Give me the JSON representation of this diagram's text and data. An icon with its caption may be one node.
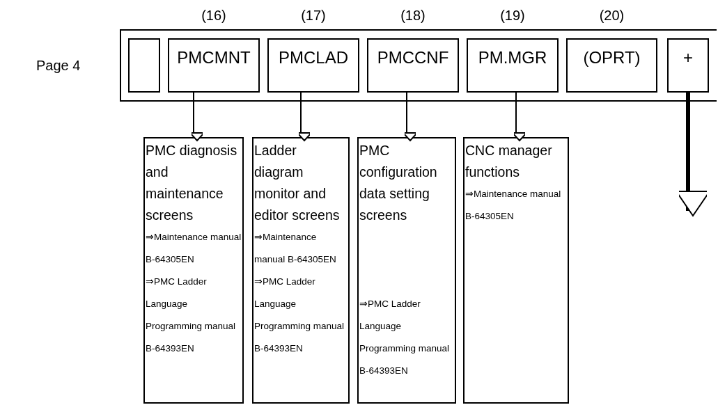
{
  "diagram": {
    "nodes": [
      {
        "text": [],
        "shape": "box"
      },
      {
        "text": [],
        "shape": "box",
        "in": 0
      },
      {
        "text": [
          "PMCMNT"
        ],
        "in": 0,
        "beside": [
          "(16)"
        ]
      },
      {
        "text": [
          "PMCLAD"
        ],
        "in": 0,
        "beside": [
          "(17)"
        ]
      },
      {
        "text": [
          "PMCCNF"
        ],
        "in": 0,
        "beside": [
          "(18)"
        ]
      },
      {
        "text": [
          "PM.MGR"
        ],
        "in": 0,
        "beside": [
          "(19)"
        ]
      },
      {
        "text": [
          "(OPRT)"
        ],
        "in": 0,
        "beside": [
          "(20)"
        ]
      },
      {
        "text": [
          "+"
        ],
        "in": 0
      },
      {
        "text": [
          "PMC diagnosis and maintenance screens",
          "⇒Maintenance manual B-64305EN",
          "⇒PMC Ladder Language Programming manual B-64393EN"
        ]
      },
      {
        "text": [
          "Ladder diagram monitor and editor screens",
          "⇒Maintenance manual B-64305EN",
          "⇒PMC Ladder Language Programming manual B-64393EN"
        ]
      },
      {
        "text": [
          "PMC configuration data setting screens",
          "⇒PMC Ladder Language Programming manual B-64393EN"
        ]
      },
      {
        "text": [
          "CNC manager functions",
          "⇒Maintenance manual B-64305EN"
        ]
      }
    ],
    "edges": [
      {
        "from": 2,
        "to": 8,
        "arrow": "to"
      },
      {
        "from": 3,
        "to": 9,
        "arrow": "to"
      },
      {
        "from": 4,
        "to": 10,
        "arrow": "to"
      },
      {
        "from": 5,
        "to": 11,
        "arrow": "to"
      },
      {
        "from": 7,
        "to": null,
        "arrow": "to",
        "style": "thick"
      }
    ],
    "labels": [
      "Page 4"
    ]
  }
}
